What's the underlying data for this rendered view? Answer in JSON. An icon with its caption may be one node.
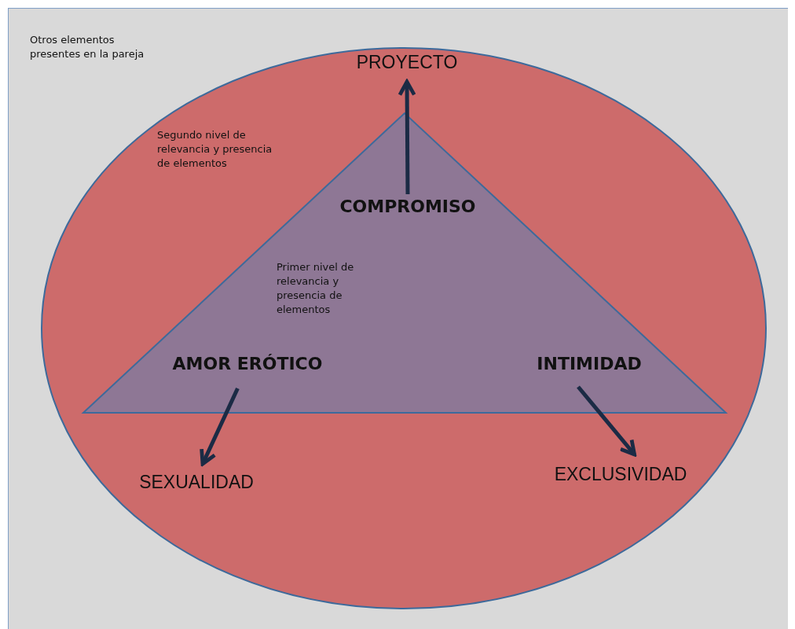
{
  "diagram": {
    "nodes": [
      {
        "text": [
          "Segundo nivel de relevancia y presencia de elementos"
        ]
      },
      {
        "text": [
          "Primer nivel de relevancia y presencia de elementos"
        ],
        "in": 0
      },
      {
        "text": [
          "COMPROMISO"
        ],
        "in": 1
      },
      {
        "text": [
          "AMOR ERÓTICO"
        ],
        "in": 1
      },
      {
        "text": [
          "INTIMIDAD"
        ],
        "in": 1
      },
      {
        "text": [
          "PROYECTO"
        ],
        "in": 0
      },
      {
        "text": [
          "SEXUALIDAD"
        ],
        "in": 0
      },
      {
        "text": [
          "EXCLUSIVIDAD"
        ],
        "in": 0
      }
    ],
    "edges": [
      {
        "from": 2,
        "to": 5,
        "arrow": "to"
      },
      {
        "from": 3,
        "to": 6,
        "arrow": "to"
      },
      {
        "from": 4,
        "to": 7,
        "arrow": "to"
      }
    ],
    "labels": [
      "Otros elementos presentes en la pareja"
    ]
  }
}
